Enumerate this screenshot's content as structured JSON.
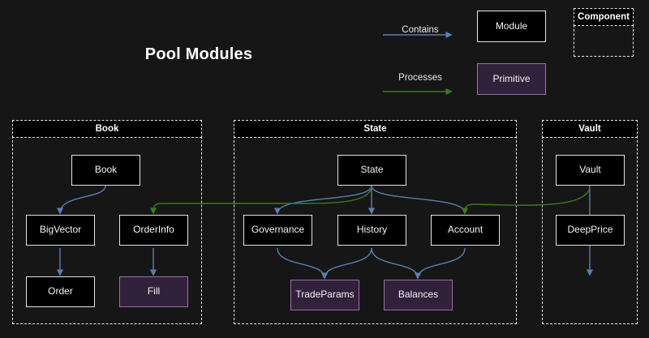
{
  "title": "Pool Modules",
  "theme": {
    "background": "#161616",
    "module_fill": "#000000",
    "module_border": "#e3e3e3",
    "primitive_fill": "#32213a",
    "primitive_border": "#9a6fa6",
    "contains_edge_color": "#5a7fae",
    "processes_edge_color": "#3d7a22",
    "group_border": "#e3e3e3",
    "text_color": "#f2f2f2"
  },
  "legend": {
    "contains_label": "Contains",
    "processes_label": "Processes",
    "module_box_label": "Module",
    "primitive_box_label": "Primitive",
    "component_box_label": "Component"
  },
  "groups": [
    {
      "id": "book",
      "label": "Book"
    },
    {
      "id": "state",
      "label": "State"
    },
    {
      "id": "vault",
      "label": "Vault"
    }
  ],
  "nodes": [
    {
      "id": "book",
      "label": "Book",
      "type": "module",
      "group": "book"
    },
    {
      "id": "bigvector",
      "label": "BigVector",
      "type": "module",
      "group": "book"
    },
    {
      "id": "orderinfo",
      "label": "OrderInfo",
      "type": "module",
      "group": "book"
    },
    {
      "id": "order",
      "label": "Order",
      "type": "module",
      "group": "book"
    },
    {
      "id": "fill",
      "label": "Fill",
      "type": "primitive",
      "group": "book"
    },
    {
      "id": "state",
      "label": "State",
      "type": "module",
      "group": "state"
    },
    {
      "id": "governance",
      "label": "Governance",
      "type": "module",
      "group": "state"
    },
    {
      "id": "history",
      "label": "History",
      "type": "module",
      "group": "state"
    },
    {
      "id": "account",
      "label": "Account",
      "type": "module",
      "group": "state"
    },
    {
      "id": "tradeparams",
      "label": "TradeParams",
      "type": "primitive",
      "group": "state"
    },
    {
      "id": "balances",
      "label": "Balances",
      "type": "primitive",
      "group": "state"
    },
    {
      "id": "vault",
      "label": "Vault",
      "type": "module",
      "group": "vault"
    },
    {
      "id": "deepprice",
      "label": "DeepPrice",
      "type": "module",
      "group": "vault"
    }
  ],
  "edges": [
    {
      "from": "book",
      "to": "bigvector",
      "kind": "contains"
    },
    {
      "from": "bigvector",
      "to": "order",
      "kind": "contains"
    },
    {
      "from": "orderinfo",
      "to": "fill",
      "kind": "contains"
    },
    {
      "from": "state",
      "to": "governance",
      "kind": "contains"
    },
    {
      "from": "state",
      "to": "history",
      "kind": "contains"
    },
    {
      "from": "state",
      "to": "account",
      "kind": "contains"
    },
    {
      "from": "governance",
      "to": "tradeparams",
      "kind": "contains"
    },
    {
      "from": "history",
      "to": "tradeparams",
      "kind": "contains"
    },
    {
      "from": "history",
      "to": "balances",
      "kind": "contains"
    },
    {
      "from": "account",
      "to": "balances",
      "kind": "contains"
    },
    {
      "from": "vault",
      "to": "deepprice",
      "kind": "contains"
    },
    {
      "from": "state",
      "to": "orderinfo",
      "kind": "processes"
    },
    {
      "from": "vault",
      "to": "account",
      "kind": "processes"
    }
  ]
}
